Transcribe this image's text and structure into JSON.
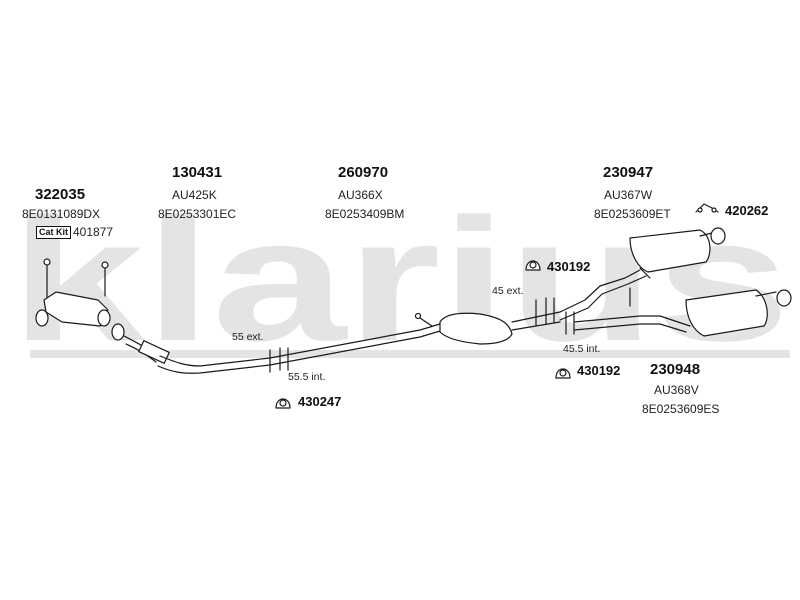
{
  "watermark": "klarius",
  "parts": {
    "front_pipe": {
      "number": "322035",
      "ref": "8E0131089DX",
      "catkit_label": "Cat Kit",
      "catkit_ref": "401877"
    },
    "pipe_2": {
      "number": "130431",
      "code": "AU425K",
      "ref": "8E0253301EC"
    },
    "middle_silencer": {
      "number": "260970",
      "code": "AU366X",
      "ref": "8E0253409BM"
    },
    "rear_left": {
      "number": "230947",
      "code": "AU367W",
      "ref": "8E0253609ET"
    },
    "rear_right": {
      "number": "230948",
      "code": "AU368V",
      "ref": "8E0253609ES"
    }
  },
  "fittings": {
    "mount_a": {
      "number": "420262"
    },
    "mount_b": {
      "number": "430192"
    },
    "mount_c": {
      "number": "430192"
    },
    "mount_d": {
      "number": "430247"
    }
  },
  "dims": {
    "ext_55": "55 ext.",
    "int_55_5": "55.5 int.",
    "ext_45": "45 ext.",
    "int_45_5": "45.5 int."
  },
  "colors": {
    "watermark": "#e4e4e4",
    "line": "#1a1a1a"
  }
}
